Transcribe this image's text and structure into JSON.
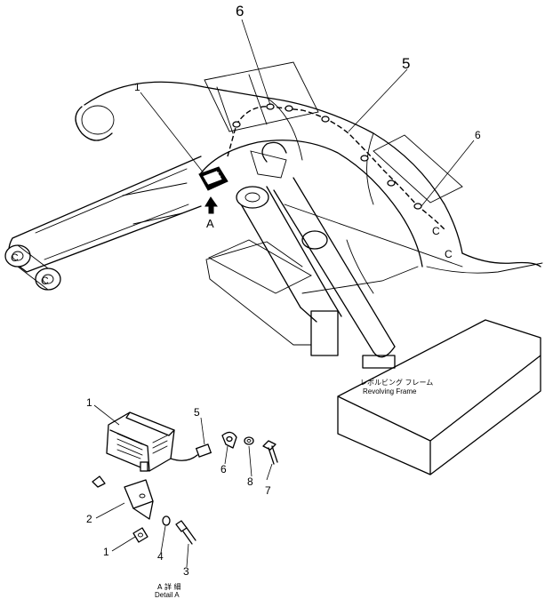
{
  "callouts": {
    "main_1": "1",
    "main_6_top": "6",
    "main_5": "5",
    "main_6_right": "6",
    "view_arrow": "A",
    "detail_1_top": "1",
    "detail_5": "5",
    "detail_6": "6",
    "detail_8": "8",
    "detail_7": "7",
    "detail_2": "2",
    "detail_1_bottom": "1",
    "detail_4": "4",
    "detail_3": "3"
  },
  "labels": {
    "revolving_frame_jp": "レボルビング フレーム",
    "revolving_frame_en": "Revolving Frame",
    "detail_jp": "A 詳 細",
    "detail_en": "Detail A"
  }
}
